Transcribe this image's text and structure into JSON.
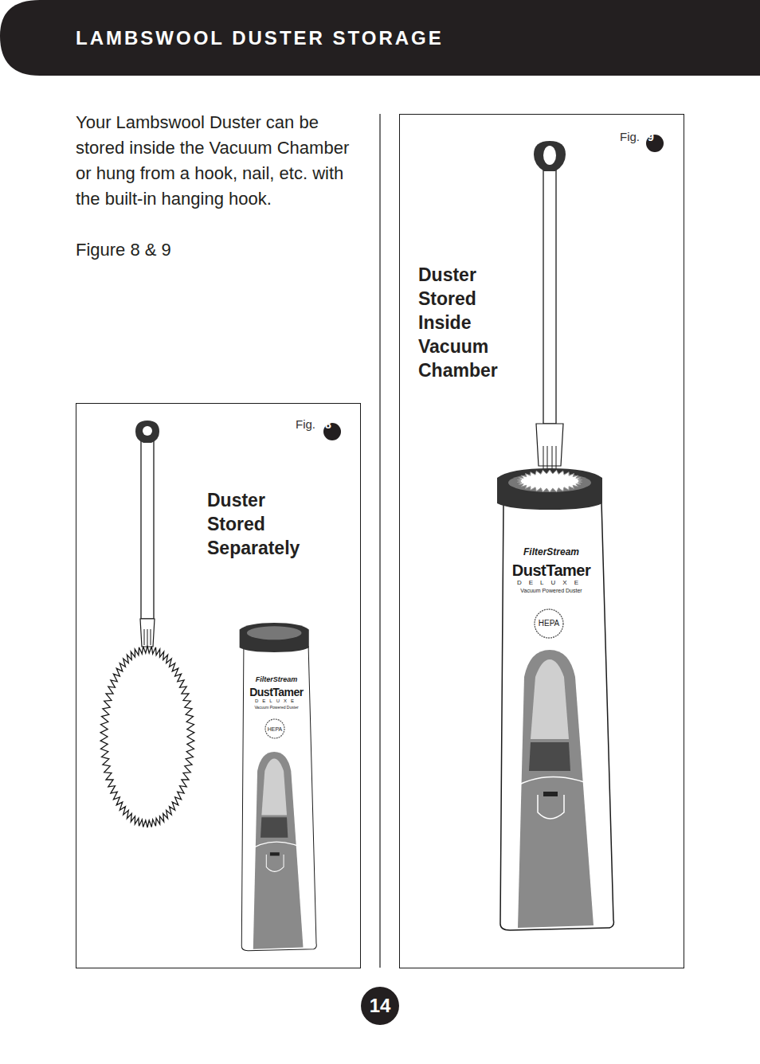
{
  "diagram": {
    "title": "LAMBSWOOL DUSTER STORAGE",
    "nodes": [
      {
        "text": [
          "Fig.",
          "8",
          "Duster Stored Separately"
        ]
      },
      {
        "text": [
          "Fig.",
          "9",
          "Duster Stored Inside Vacuum Chamber"
        ]
      }
    ],
    "labels": [
      "Your Lambswool Duster can be stored inside the Vacuum Chamber or hung from a hook, nail, etc. with the built-in hanging hook.",
      "Figure 8 & 9",
      "FilterStream",
      "DustTamer",
      "DELUXE",
      "Vacuum Powered Duster",
      "HEPA",
      "FilterStream",
      "DustTamer",
      "DELUXE",
      "Vacuum Powered Duster",
      "HEPA",
      "14"
    ]
  }
}
